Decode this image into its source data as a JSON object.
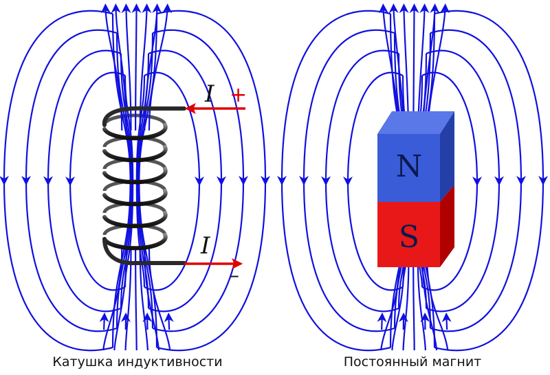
{
  "colors": {
    "field_line": "#1010e0",
    "coil_wire": "#2a2a2a",
    "current_arrow": "#e00000",
    "magnet_north": "#3a5cd8",
    "magnet_north_top": "#5a78e8",
    "magnet_north_side": "#243fa8",
    "magnet_south": "#e81818",
    "magnet_south_side": "#b00000",
    "pole_text": "#0a1a50"
  },
  "icons": {
    "field_arrow": "arrowhead",
    "current_arrow": "arrowhead"
  },
  "coil": {
    "caption": "Катушка индуктивности",
    "current_in_label": "I",
    "current_in_sign": "+",
    "current_out_label": "I",
    "current_out_sign": "–"
  },
  "magnet": {
    "caption": "Постоянный магнит",
    "north_label": "N",
    "south_label": "S"
  }
}
